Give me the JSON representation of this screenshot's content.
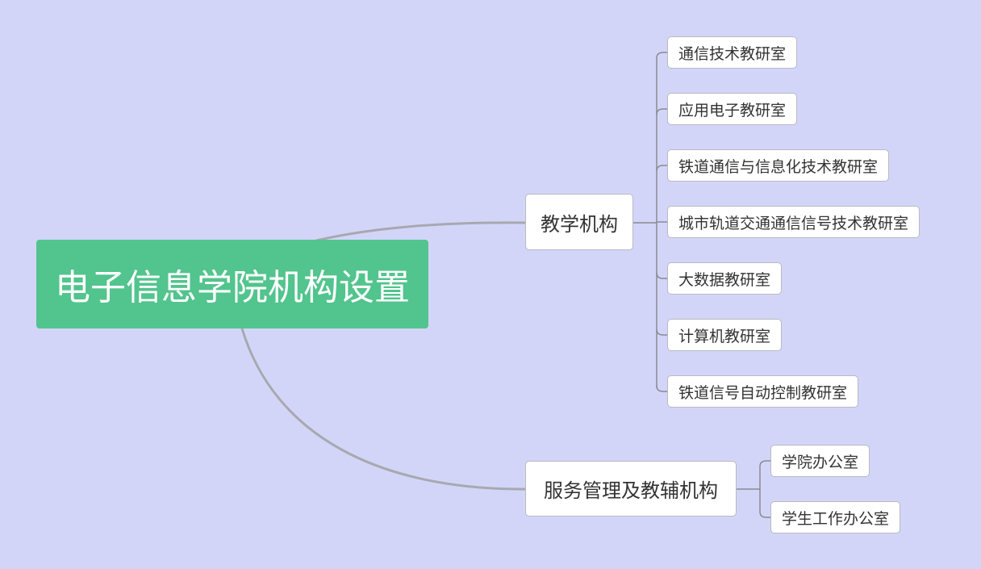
{
  "mindmap": {
    "root": {
      "label": "电子信息学院机构设置"
    },
    "branches": [
      {
        "label": "教学机构",
        "children": [
          "通信技术教研室",
          "应用电子教研室",
          "铁道通信与信息化技术教研室",
          "城市轨道交通通信信号技术教研室",
          "大数据教研室",
          "计算机教研室",
          "铁道信号自动控制教研室"
        ]
      },
      {
        "label": "服务管理及教辅机构",
        "children": [
          "学院办公室",
          "学生工作办公室"
        ]
      }
    ]
  }
}
